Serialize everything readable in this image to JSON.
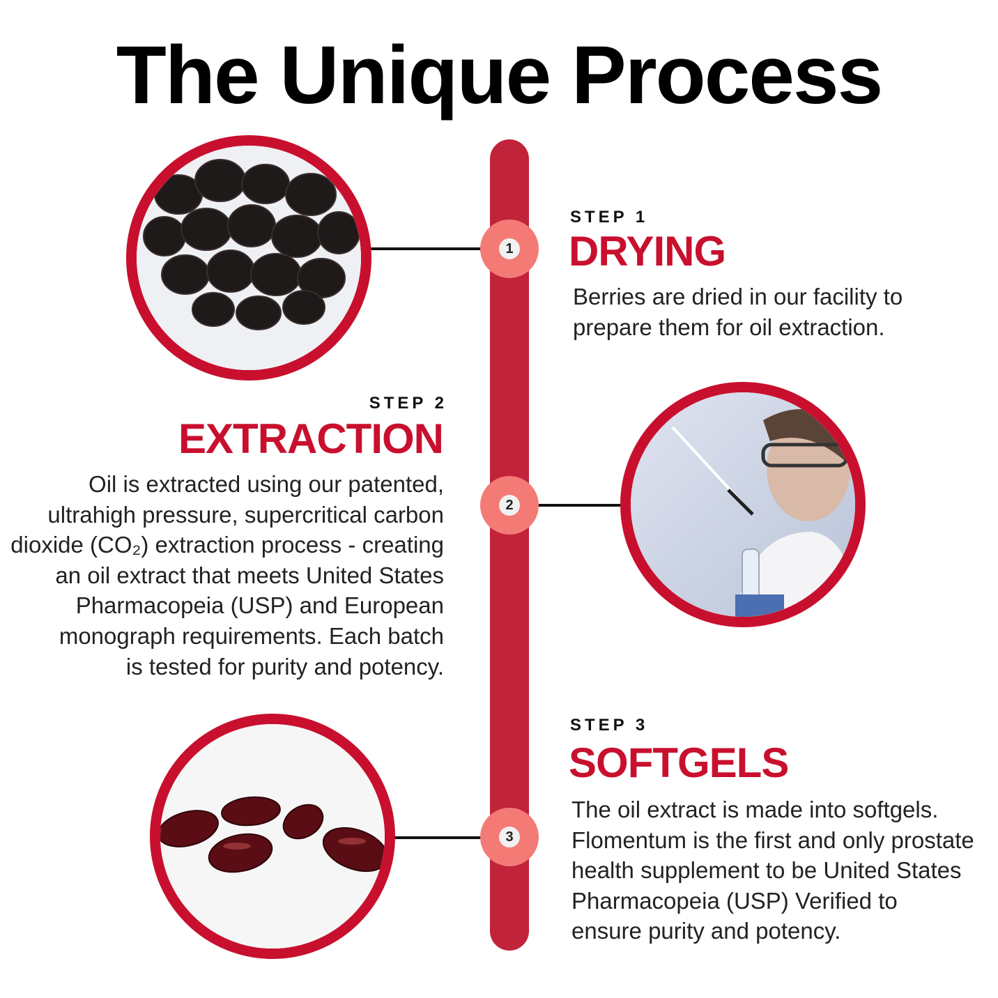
{
  "title": "The Unique Process",
  "colors": {
    "bar": "#c0233a",
    "accent": "#c8102e",
    "node": "#f47a76"
  },
  "steps": [
    {
      "number": "1",
      "label": "STEP 1",
      "heading": "DRYING",
      "body": [
        "Berries are dried in our facility to",
        "prepare them for oil extraction."
      ],
      "image": "dried-berries"
    },
    {
      "number": "2",
      "label": "STEP 2",
      "heading": "EXTRACTION",
      "body": [
        "Oil is extracted using our patented,",
        "ultrahigh pressure, supercritical carbon",
        "dioxide (CO₂) extraction process - creating",
        "an oil extract that meets United States",
        "Pharmacopeia (USP) and European",
        "monograph requirements. Each batch",
        "is tested for purity and potency."
      ],
      "image": "lab-scientist"
    },
    {
      "number": "3",
      "label": "STEP 3",
      "heading": "SOFTGELS",
      "body": [
        "The oil extract is made into softgels.",
        "Flomentum is the first and only prostate",
        "health supplement to be United States",
        "Pharmacopeia (USP) Verified to",
        "ensure purity and potency."
      ],
      "image": "softgels"
    }
  ]
}
